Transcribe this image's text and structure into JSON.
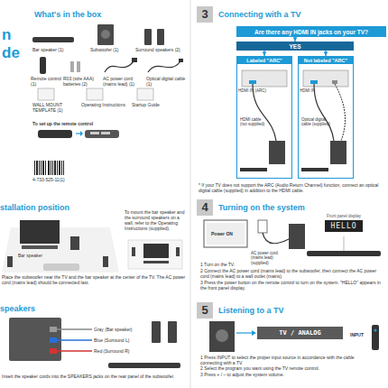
{
  "diagram": {
    "nodes": [
      {
        "text": [
          "3",
          "Connecting with a TV"
        ]
      },
      {
        "text": [
          "Are there any HDMI IN jacks on your TV?"
        ]
      },
      {
        "text": [
          "YES"
        ]
      },
      {
        "text": [
          "Labeled \"ARC\""
        ]
      },
      {
        "text": [
          "Not labeled \"ARC\""
        ]
      },
      {
        "text": [
          "4",
          "Turning on the system"
        ]
      },
      {
        "text": [
          "Front panel display",
          "HELLO"
        ]
      },
      {
        "text": [
          "5",
          "Listening to a TV"
        ]
      },
      {
        "text": [
          "TV / ANALOG"
        ]
      }
    ],
    "edges": [
      {
        "from": 1,
        "to": 2,
        "arrow": "to"
      },
      {
        "from": 2,
        "to": 3,
        "arrow": "to"
      },
      {
        "from": 2,
        "to": 4,
        "arrow": "to"
      }
    ],
    "labels": [
      "n",
      "de",
      "What's in the box",
      "Bar speaker (1)",
      "Subwoofer (1)",
      "Surround speakers (2)",
      "Remote control (1)",
      "R03 (size AAA) batteries (2)",
      "AC power cord (mains lead) (1)",
      "Optical digital cable (1)",
      "WALL MOUNT TEMPLATE (1)",
      "Operating Instructions",
      "Startup Guide",
      "To set up the remote control",
      "4-733-525-11(1)",
      "stallation position",
      "Bar speaker",
      "To mount the bar speaker and the surround speakers on a wall, refer to the Operating Instructions (supplied).",
      "Place the subwoofer near the TV and the bar speaker at the center of the TV. The AC power cord (mains lead) should be connected last.",
      "speakers",
      "Gray (Bar speaker)",
      "Blue (Surround L)",
      "Red (Surround R)",
      "Insert the speaker cords into the SPEAKERS jacks on the rear panel of the subwoofer.",
      "HDMI IN (ARC)",
      "HDMI cable (not supplied)",
      "HDMI IN",
      "Optical digital cable (supplied)",
      "* If your TV does not support the ARC (Audio Return Channel) function, connect an optical digital cable (supplied) in addition to the HDMI cable.",
      "Power ON",
      "AC power cord (mains lead) (supplied)",
      "1 Turn on the TV.",
      "2 Connect the AC power cord (mains lead) to the subwoofer, then connect the AC power cord (mains lead) to a wall outlet (mains).",
      "3 Press the power button on the remote control to turn on the system. \"HELLO\" appears in the front panel display.",
      "INPUT",
      "1 Press INPUT to select the proper input source in accordance with the cable connecting with a TV.",
      "2 Select the program you want using the TV remote control.",
      "3 Press + / – to adjust the system volume."
    ]
  }
}
